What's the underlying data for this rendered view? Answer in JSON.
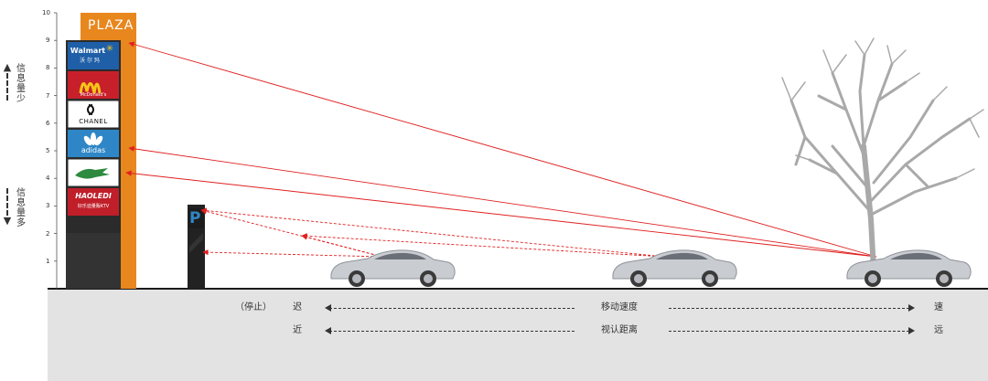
{
  "scale": {
    "ticks": [
      "1",
      "2",
      "3",
      "4",
      "5",
      "6",
      "7",
      "8",
      "9",
      "10"
    ]
  },
  "side_labels": {
    "top": [
      "信",
      "息",
      "量",
      "少"
    ],
    "bottom": [
      "信",
      "息",
      "量",
      "多"
    ]
  },
  "pylon": {
    "title": "PLAZA",
    "brands": {
      "walmart": "Walmart",
      "walmart_cn": "沃 尔 玛",
      "mcdonalds": "McDonald's",
      "chanel": "CHANEL",
      "adidas": "adidas",
      "haoledi": "HAOLEDI",
      "haoledi_cn": "好乐迪量贩KTV"
    },
    "colors": {
      "orange": "#e8871e",
      "dark": "#2b2b2b",
      "walmart_blue": "#1f5fa8",
      "mcd_red": "#c8202a",
      "adidas_blue": "#2f86c6",
      "lacoste_green": "#2d8a3e",
      "haoledi_red": "#c01f2a"
    }
  },
  "parking": {
    "letter": "P"
  },
  "legend": {
    "row1": {
      "left_note": "（停止）",
      "left": "迟",
      "middle": "移动速度",
      "right": "速"
    },
    "row2": {
      "left": "近",
      "middle": "视认距离",
      "right": "远"
    }
  },
  "colors": {
    "sight_line": "#e02020",
    "ground": "#e3e3e3",
    "ground_line": "#1a1a1a",
    "tree": "#a9a9a9",
    "car_body": "#c9ccd1"
  }
}
